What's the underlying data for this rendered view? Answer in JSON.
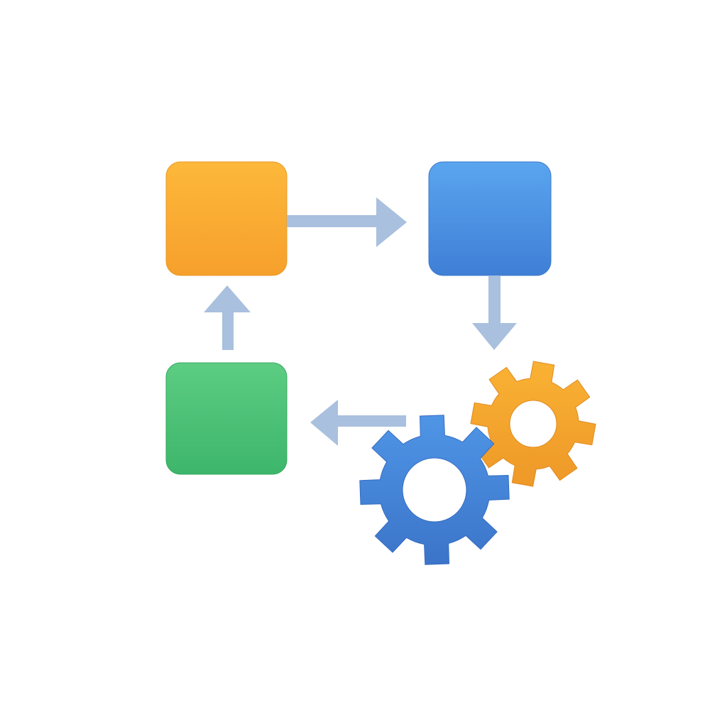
{
  "colors": {
    "arrow": "#a9c0de",
    "orange_top": "#fdb83a",
    "orange_bottom": "#f6a02c",
    "blue_top": "#5aa5ef",
    "blue_bottom": "#3f7fd6",
    "green_top": "#5ccd82",
    "green_bottom": "#3db66b",
    "gear_blue_top": "#4f95e6",
    "gear_blue_bottom": "#3b74c9",
    "gear_orange_top": "#f9b233",
    "gear_orange_bottom": "#ee9828"
  },
  "nodes": [
    {
      "id": "orange-step",
      "icon": "square"
    },
    {
      "id": "blue-step",
      "icon": "square"
    },
    {
      "id": "green-step",
      "icon": "square"
    },
    {
      "id": "process-gears",
      "icon": "gears"
    }
  ],
  "flow": [
    "orange-step",
    "blue-step",
    "process-gears",
    "green-step",
    "orange-step"
  ]
}
